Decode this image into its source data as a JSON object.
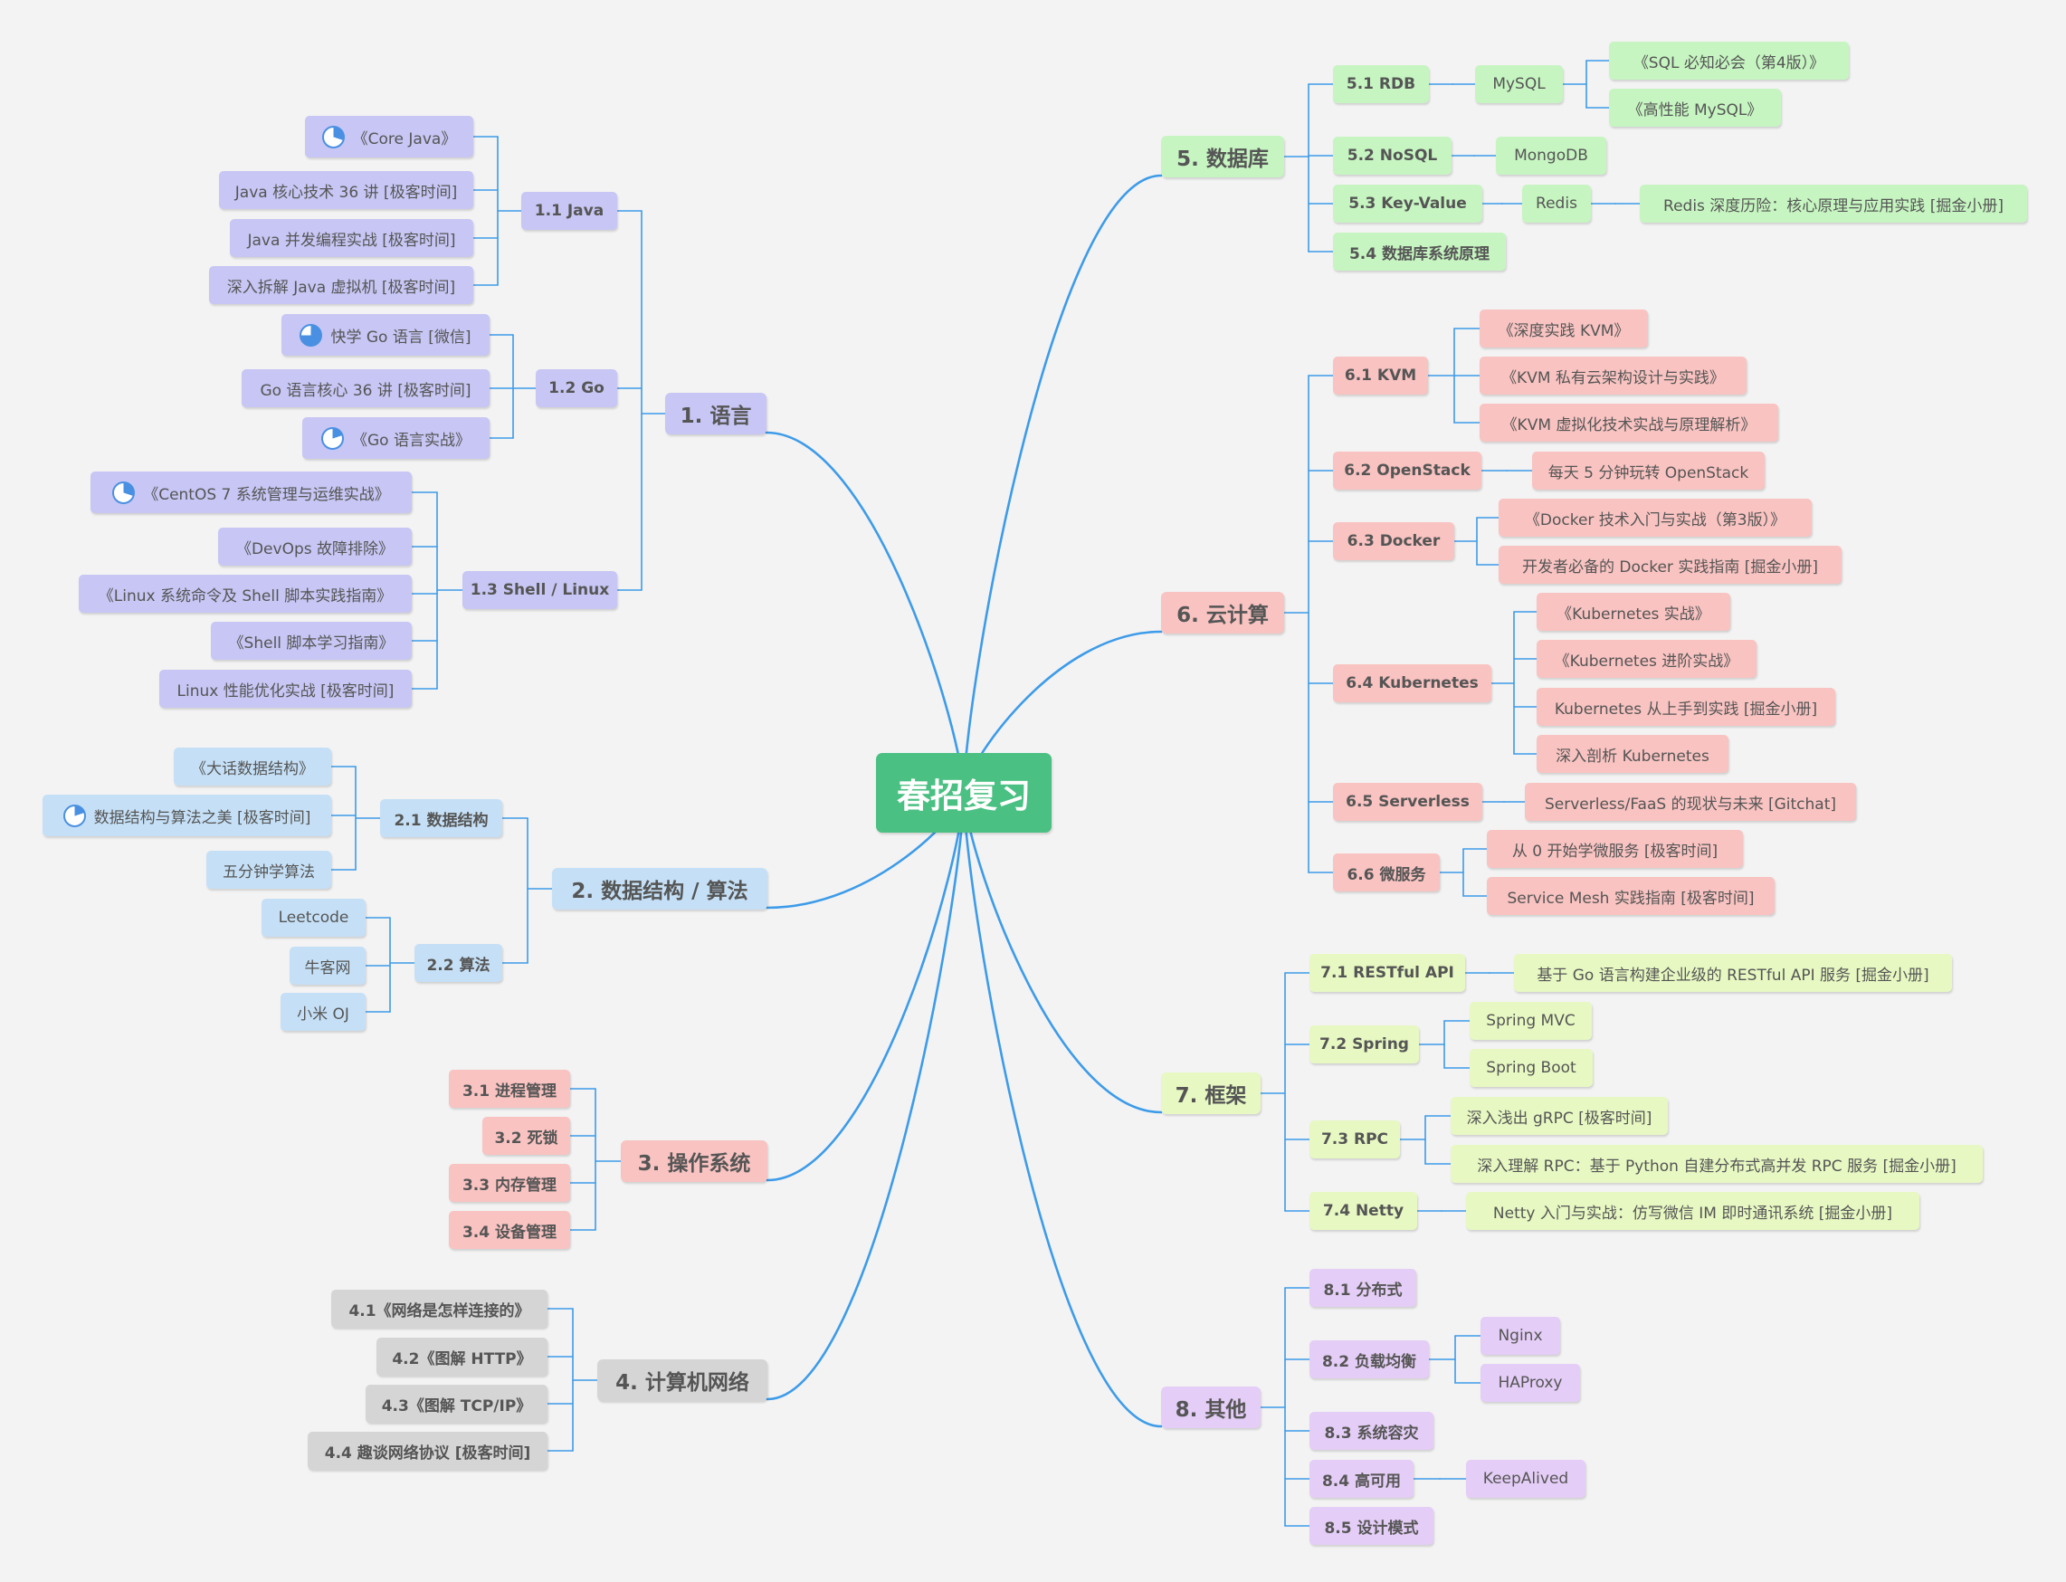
{
  "colors": {
    "line": "#3d9be9",
    "purple": "#c7c6f4",
    "blue": "#c5e0f6",
    "pink": "#f8c3c1",
    "gray": "#d5d5d5",
    "green": "#c6f5c1",
    "lime": "#e7f8c2",
    "lavender": "#e4cdf6",
    "central": "#4bc083",
    "progress": "#4a90e2"
  },
  "mindmap": {
    "root": "春招复习",
    "branches": [
      {
        "id": "lang",
        "label": "1. 语言",
        "color": "purple",
        "children": [
          {
            "label": "1.1 Java",
            "children": [
              {
                "label": "《Core Java》",
                "progress": 0.3
              },
              {
                "label": "Java 核心技术 36 讲 [极客时间]"
              },
              {
                "label": "Java 并发编程实战 [极客时间]"
              },
              {
                "label": "深入拆解 Java 虚拟机 [极客时间]"
              }
            ]
          },
          {
            "label": "1.2 Go",
            "children": [
              {
                "label": "快学 Go 语言 [微信]",
                "progress": 0.75
              },
              {
                "label": "Go 语言核心 36 讲 [极客时间]"
              },
              {
                "label": "《Go 语言实战》",
                "progress": 0.2
              }
            ]
          },
          {
            "label": "1.3 Shell / Linux",
            "children": [
              {
                "label": "《CentOS 7 系统管理与运维实战》",
                "progress": 0.3
              },
              {
                "label": "《DevOps 故障排除》"
              },
              {
                "label": "《Linux 系统命令及 Shell 脚本实践指南》"
              },
              {
                "label": "《Shell 脚本学习指南》"
              },
              {
                "label": "Linux 性能优化实战 [极客时间]"
              }
            ]
          }
        ]
      },
      {
        "id": "ds",
        "label": "2. 数据结构 / 算法",
        "color": "blue",
        "children": [
          {
            "label": "2.1 数据结构",
            "children": [
              {
                "label": "《大话数据结构》"
              },
              {
                "label": "数据结构与算法之美 [极客时间]",
                "progress": 0.2
              },
              {
                "label": "五分钟学算法"
              }
            ]
          },
          {
            "label": "2.2 算法",
            "children": [
              {
                "label": "Leetcode"
              },
              {
                "label": "牛客网"
              },
              {
                "label": "小米 OJ"
              }
            ]
          }
        ]
      },
      {
        "id": "os",
        "label": "3. 操作系统",
        "color": "pink",
        "children": [
          {
            "label": "3.1 进程管理"
          },
          {
            "label": "3.2 死锁"
          },
          {
            "label": "3.3 内存管理"
          },
          {
            "label": "3.4 设备管理"
          }
        ]
      },
      {
        "id": "net",
        "label": "4. 计算机网络",
        "color": "gray",
        "children": [
          {
            "label": "4.1《网络是怎样连接的》"
          },
          {
            "label": "4.2《图解 HTTP》"
          },
          {
            "label": "4.3《图解 TCP/IP》"
          },
          {
            "label": "4.4 趣谈网络协议 [极客时间]"
          }
        ]
      },
      {
        "id": "db",
        "label": "5. 数据库",
        "color": "green",
        "children": [
          {
            "label": "5.1 RDB",
            "children": [
              {
                "label": "MySQL",
                "children": [
                  {
                    "label": "《SQL 必知必会（第4版）》"
                  },
                  {
                    "label": "《高性能 MySQL》"
                  }
                ]
              }
            ]
          },
          {
            "label": "5.2 NoSQL",
            "children": [
              {
                "label": "MongoDB"
              }
            ]
          },
          {
            "label": "5.3 Key-Value",
            "children": [
              {
                "label": "Redis",
                "children": [
                  {
                    "label": "Redis 深度历险：核心原理与应用实践 [掘金小册]"
                  }
                ]
              }
            ]
          },
          {
            "label": "5.4 数据库系统原理"
          }
        ]
      },
      {
        "id": "cloud",
        "label": "6. 云计算",
        "color": "pink",
        "children": [
          {
            "label": "6.1 KVM",
            "children": [
              {
                "label": "《深度实践 KVM》"
              },
              {
                "label": "《KVM 私有云架构设计与实践》"
              },
              {
                "label": "《KVM 虚拟化技术实战与原理解析》"
              }
            ]
          },
          {
            "label": "6.2 OpenStack",
            "children": [
              {
                "label": "每天 5 分钟玩转 OpenStack"
              }
            ]
          },
          {
            "label": "6.3 Docker",
            "children": [
              {
                "label": "《Docker 技术入门与实战（第3版）》"
              },
              {
                "label": "开发者必备的 Docker 实践指南 [掘金小册]"
              }
            ]
          },
          {
            "label": "6.4 Kubernetes",
            "children": [
              {
                "label": "《Kubernetes 实战》"
              },
              {
                "label": "《Kubernetes 进阶实战》"
              },
              {
                "label": "Kubernetes 从上手到实践 [掘金小册]"
              },
              {
                "label": "深入剖析 Kubernetes"
              }
            ]
          },
          {
            "label": "6.5 Serverless",
            "children": [
              {
                "label": "Serverless/FaaS 的现状与未来 [Gitchat]"
              }
            ]
          },
          {
            "label": "6.6 微服务",
            "children": [
              {
                "label": "从 0 开始学微服务 [极客时间]"
              },
              {
                "label": "Service Mesh 实践指南 [极客时间]"
              }
            ]
          }
        ]
      },
      {
        "id": "fw",
        "label": "7. 框架",
        "color": "lime",
        "children": [
          {
            "label": "7.1 RESTful API",
            "children": [
              {
                "label": "基于 Go 语言构建企业级的 RESTful API 服务 [掘金小册]"
              }
            ]
          },
          {
            "label": "7.2 Spring",
            "children": [
              {
                "label": "Spring MVC"
              },
              {
                "label": "Spring Boot"
              }
            ]
          },
          {
            "label": "7.3 RPC",
            "children": [
              {
                "label": "深入浅出 gRPC [极客时间]"
              },
              {
                "label": "深入理解 RPC：基于 Python 自建分布式高并发 RPC 服务 [掘金小册]"
              }
            ]
          },
          {
            "label": "7.4 Netty",
            "children": [
              {
                "label": "Netty 入门与实战：仿写微信 IM 即时通讯系统 [掘金小册]"
              }
            ]
          }
        ]
      },
      {
        "id": "other",
        "label": "8. 其他",
        "color": "lavender",
        "children": [
          {
            "label": "8.1 分布式"
          },
          {
            "label": "8.2 负载均衡",
            "children": [
              {
                "label": "Nginx"
              },
              {
                "label": "HAProxy"
              }
            ]
          },
          {
            "label": "8.3 系统容灾"
          },
          {
            "label": "8.4 高可用",
            "children": [
              {
                "label": "KeepAlived"
              }
            ]
          },
          {
            "label": "8.5 设计模式"
          }
        ]
      }
    ]
  }
}
